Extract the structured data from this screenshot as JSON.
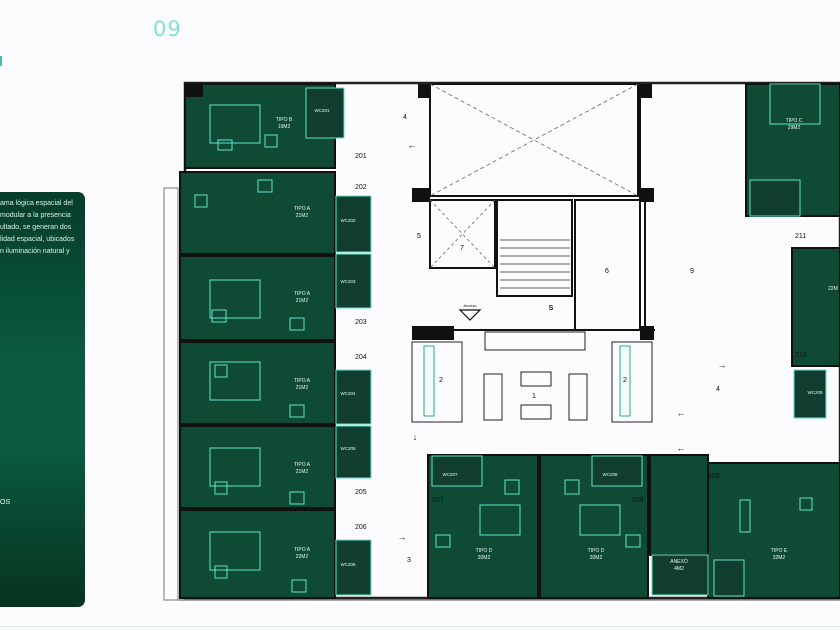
{
  "page": {
    "number": "09"
  },
  "panel": {
    "text": "ama lógica espacial del\nmodular a la presencia\nultado, se generan dos\nlidad espacial, ubicados\nn iluminación natural y",
    "code": "OS"
  },
  "plan": {
    "colors": {
      "room_fill": "#0f4a34",
      "wall": "#111111",
      "accent": "#5ee6c8"
    },
    "room_numbers": {
      "r201": "201",
      "r202": "202",
      "r203": "203",
      "r204": "204",
      "r205": "205",
      "r206": "206",
      "r207": "207",
      "r208": "208",
      "r209": "209",
      "r210": "210",
      "r211": "211"
    },
    "room_types": {
      "b": "TIPO B",
      "b_area": "19M2",
      "a": "TIPO A",
      "a_area": "21M2",
      "a_area_22": "22M2",
      "c": "TIPO C",
      "c_area": "29M2",
      "d": "TIPO D",
      "d_area": "20M2",
      "e": "TIPO E",
      "e_area": "32M2",
      "anexo": "ANEXO",
      "anexo_area": "4M2",
      "partial_area": "22M"
    },
    "wc": {
      "wc201": "WC201",
      "wc202": "WC202",
      "wc203": "WC203",
      "wc204": "WC204",
      "wc205": "WC205",
      "wc206": "WC206",
      "wc207": "WC207",
      "wc208": "WC208",
      "wc209": "WC209"
    },
    "zones": {
      "z1": "1",
      "z2a": "2",
      "z2b": "2",
      "z3": "3",
      "z4a": "4",
      "z4b": "4",
      "z5": "5",
      "z6": "6",
      "z7": "7",
      "z9": "9"
    },
    "labels": {
      "stair_s": "S",
      "ascensor": "Acceso"
    }
  }
}
